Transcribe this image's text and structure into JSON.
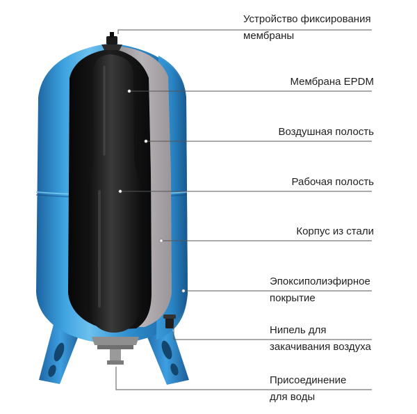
{
  "callouts": [
    {
      "id": "membrane-fixing-device",
      "lines": [
        "Устройство фиксирования",
        "мембраны"
      ],
      "align": "left-wide"
    },
    {
      "id": "epdm-membrane",
      "lines": [
        "Мембрана EPDM"
      ],
      "align": "right"
    },
    {
      "id": "air-cavity",
      "lines": [
        "Воздушная полость"
      ],
      "align": "right"
    },
    {
      "id": "working-cavity",
      "lines": [
        "Рабочая полость"
      ],
      "align": "right"
    },
    {
      "id": "steel-body",
      "lines": [
        "Корпус из стали"
      ],
      "align": "right"
    },
    {
      "id": "epoxy-coating",
      "lines": [
        "Эпоксиполиэфирное",
        "покрытие"
      ],
      "align": "left"
    },
    {
      "id": "air-nipple",
      "lines": [
        "Нипель для",
        "закачивания воздуха"
      ],
      "align": "left"
    },
    {
      "id": "water-connection",
      "lines": [
        "Присоединение",
        "для воды"
      ],
      "align": "left"
    }
  ],
  "colors": {
    "tank_blue": "#2f8fd0",
    "tank_blue_dark": "#1b5f98",
    "tank_blue_light": "#6cc0ee",
    "membrane_black": "#141414",
    "steel_gray": "#a9a4a8",
    "leader_line": "#555555"
  }
}
